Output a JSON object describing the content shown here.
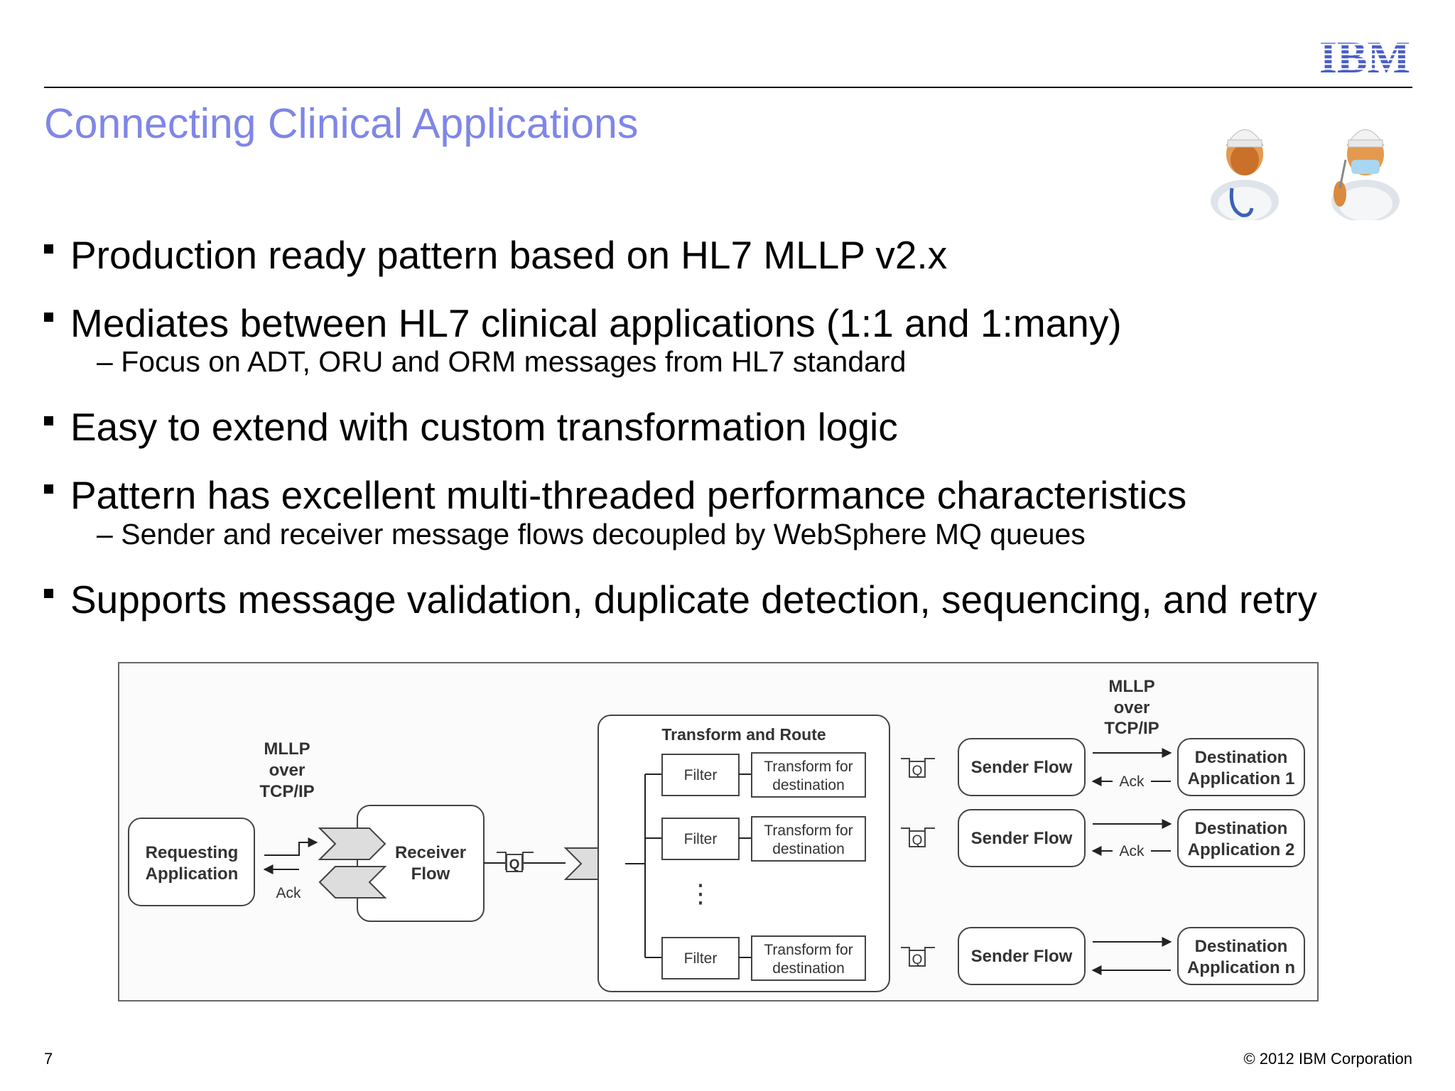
{
  "header": {
    "logo_text": "IBM"
  },
  "slide": {
    "title": "Connecting Clinical Applications",
    "bullets": [
      {
        "text": "Production ready pattern based on HL7 MLLP v2.x"
      },
      {
        "text": "Mediates between HL7 clinical applications (1:1 and 1:many)",
        "sub": "Focus on ADT, ORU and ORM messages from HL7 standard"
      },
      {
        "text": "Easy to extend with custom transformation logic"
      },
      {
        "text": "Pattern has excellent multi-threaded performance characteristics",
        "sub": "Sender and receiver message flows decoupled by WebSphere MQ queues"
      },
      {
        "text": "Supports message validation, duplicate detection, sequencing, and retry"
      }
    ],
    "sub_dash": "–"
  },
  "illustration": {
    "icons": [
      "doctor-icon",
      "surgeon-icon"
    ]
  },
  "diagram": {
    "requesting_app": [
      "Requesting",
      "Application"
    ],
    "mllp_left": [
      "MLLP",
      "over",
      "TCP/IP"
    ],
    "ack": "Ack",
    "receiver_flow": [
      "Receiver",
      "Flow"
    ],
    "queue": "Q",
    "transform_route_title": "Transform and Route",
    "filter": "Filter",
    "transform": [
      "Transform for",
      "destination"
    ],
    "ellipsis": "⋮",
    "sender_flow": "Sender Flow",
    "mllp_right": [
      "MLLP",
      "over",
      "TCP/IP"
    ],
    "destinations": [
      [
        "Destination",
        "Application 1"
      ],
      [
        "Destination",
        "Application 2"
      ],
      [
        "Destination",
        "Application n"
      ]
    ]
  },
  "footer": {
    "page": "7",
    "copyright": "© 2012 IBM Corporation"
  }
}
